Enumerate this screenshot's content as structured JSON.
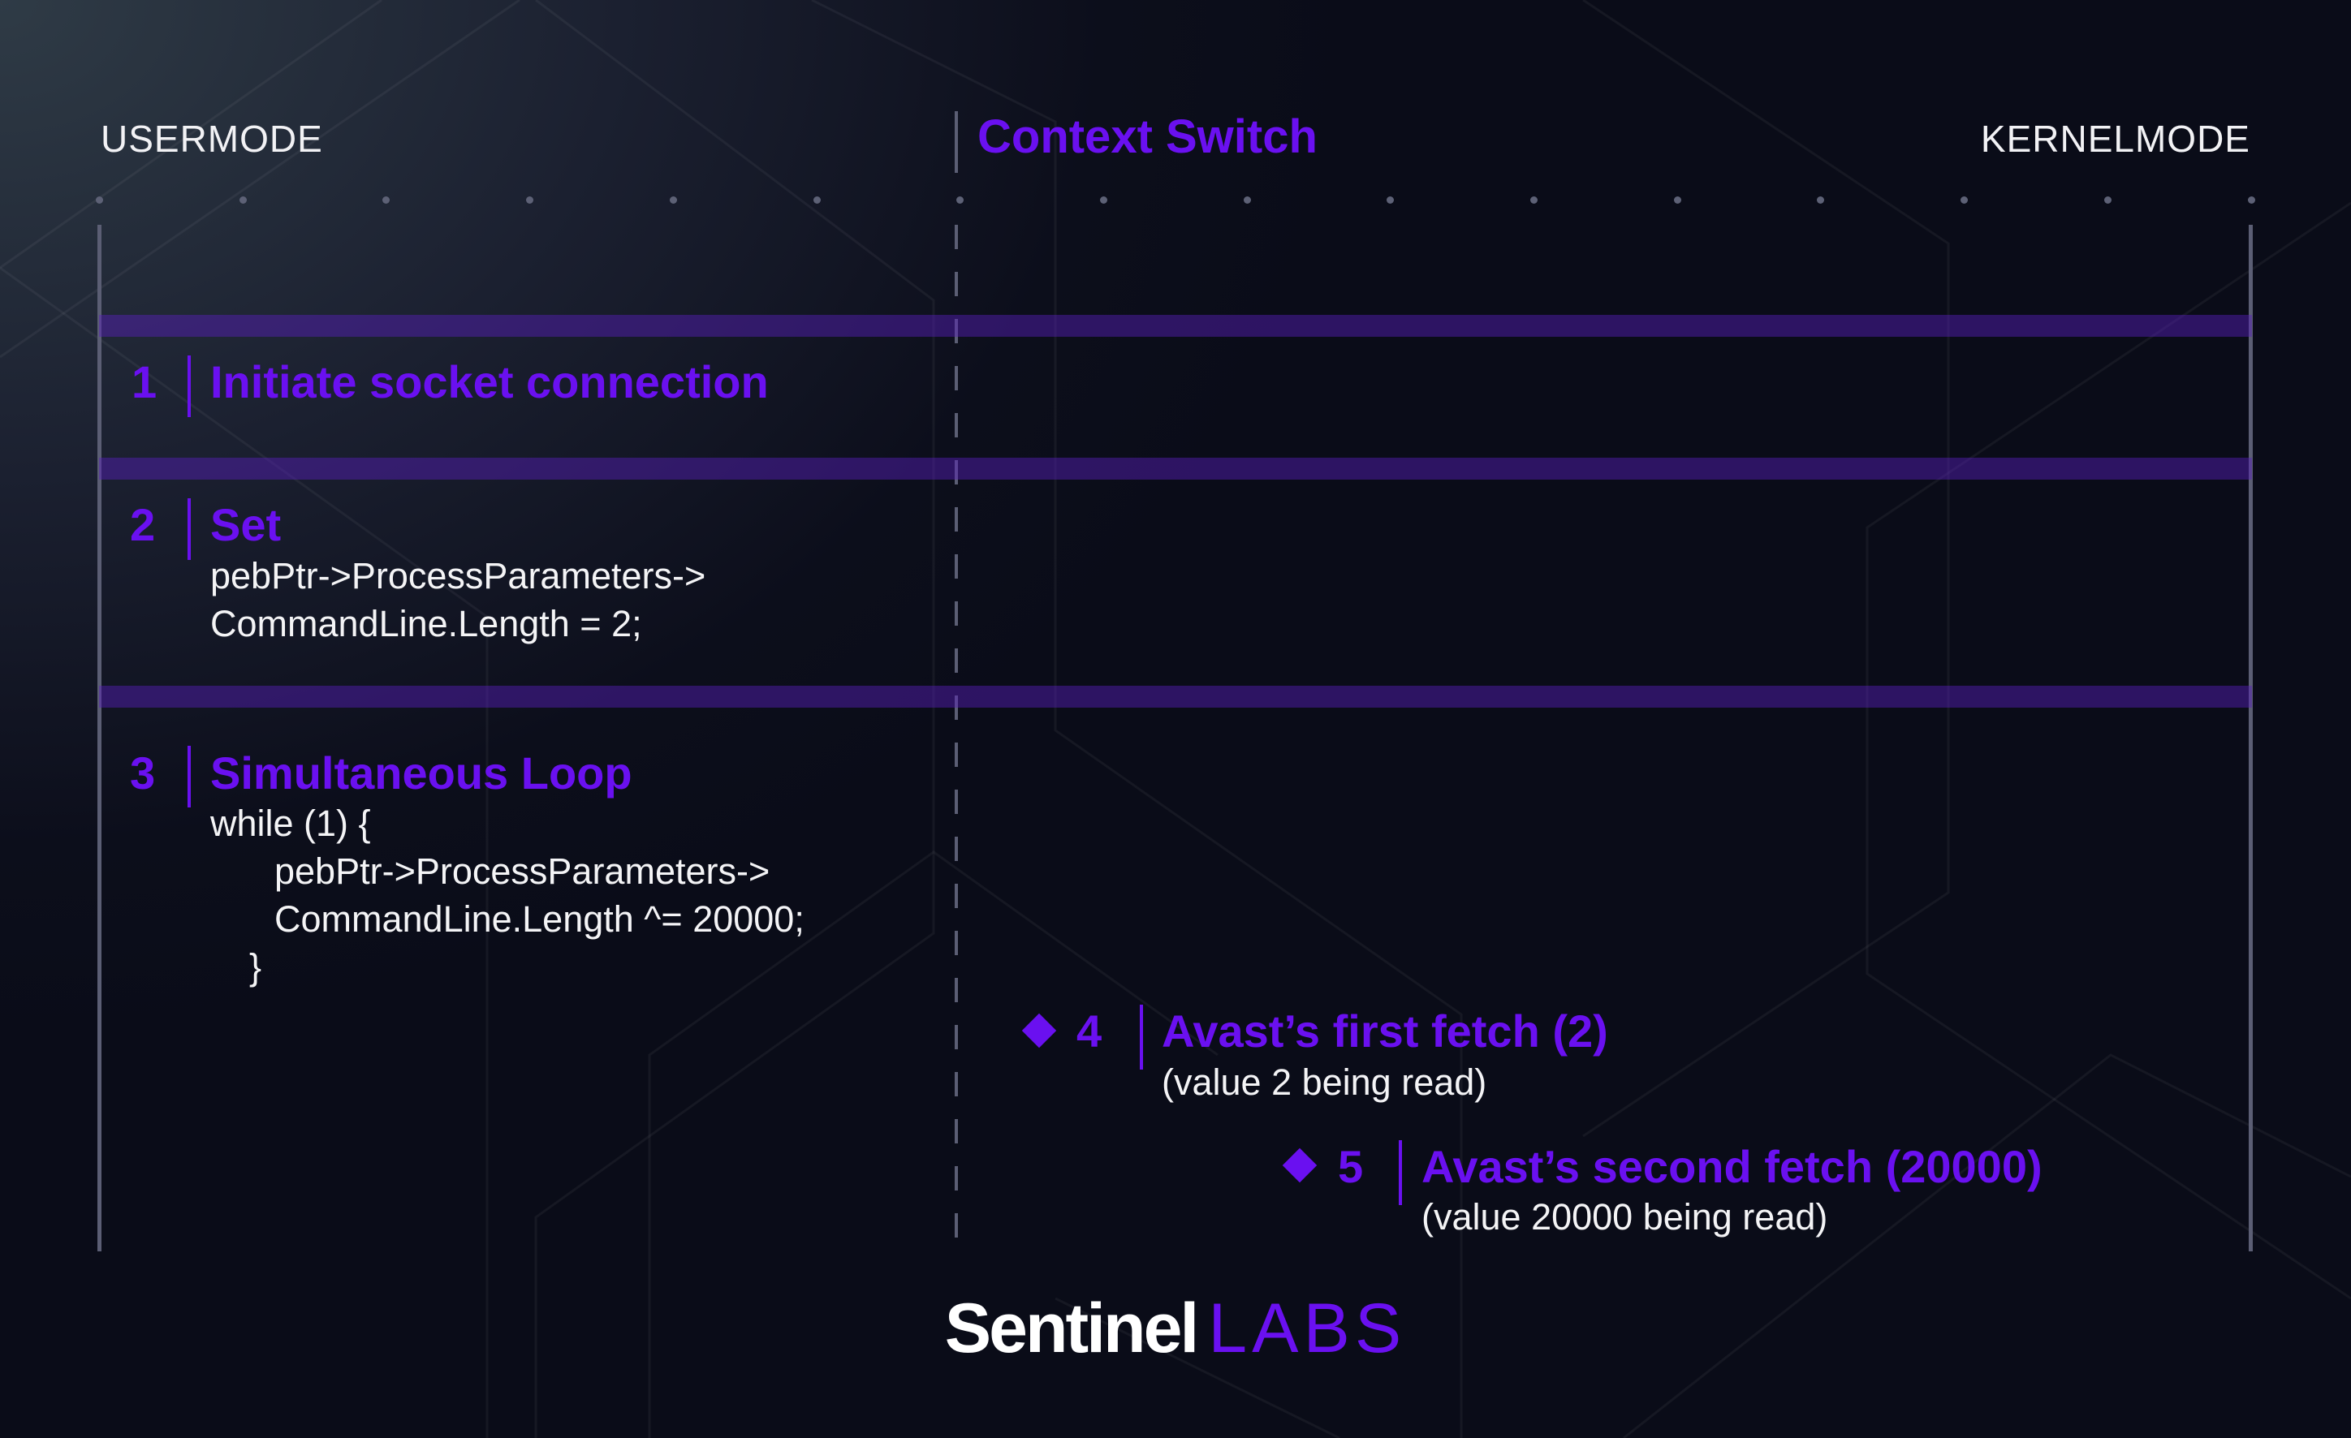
{
  "header": {
    "left_label": "USERMODE",
    "center_label": "Context Switch",
    "right_label": "KERNELMODE"
  },
  "steps": [
    {
      "number": "1",
      "title": "Initiate socket connection",
      "lines": []
    },
    {
      "number": "2",
      "title": "Set",
      "lines": [
        "pebPtr->ProcessParameters->",
        "CommandLine.Length = 2;"
      ]
    },
    {
      "number": "3",
      "title": "Simultaneous Loop",
      "lines": [
        "while (1) {",
        "pebPtr->ProcessParameters->",
        "CommandLine.Length ^= 20000;",
        "}"
      ]
    },
    {
      "number": "4",
      "title": "Avast’s first fetch (2)",
      "lines": [
        "(value 2 being read)"
      ]
    },
    {
      "number": "5",
      "title": "Avast’s second fetch (20000)",
      "lines": [
        "(value 20000 being read)"
      ]
    }
  ],
  "logo": {
    "part1": "Sentinel",
    "part2": "LABS"
  },
  "colors": {
    "accent": "#6a10f0",
    "background": "#0c0e1b",
    "line": "#5b5e74"
  }
}
